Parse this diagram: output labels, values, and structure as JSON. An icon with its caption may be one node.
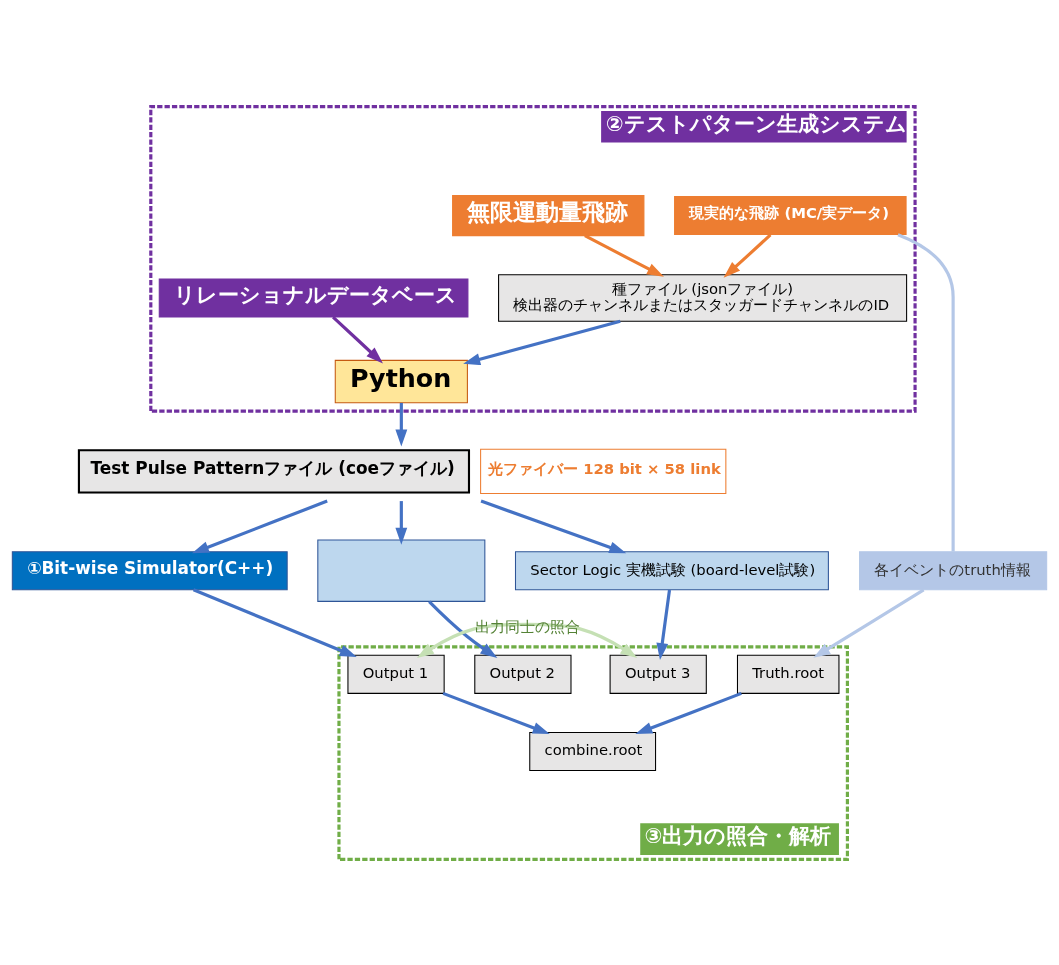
{
  "diagram": {
    "nodes": [
      {
        "text": [
          "②テストパターン生成システム"
        ]
      },
      {
        "text": [
          "現実的な飛跡 (MC/実データ)"
        ],
        "in": 0
      },
      {
        "text": [
          "無限運動量飛跡"
        ],
        "in": 0
      },
      {
        "text": [
          "種ファイル (jsonファイル)",
          "検出器のチャンネルまたはスタッガードチャンネルのID"
        ],
        "in": 0
      },
      {
        "text": [
          "Python"
        ],
        "in": 0
      },
      {
        "text": [
          "リレーショナルデータベース"
        ],
        "in": 0
      },
      {
        "text": [
          "各イベントのtruth情報"
        ]
      },
      {
        "text": [
          "Test Pulse Patternファイル (coeファイル)"
        ],
        "beside": [
          "光ファイバー 128 bit × 58 link"
        ]
      },
      {
        "text": [
          "①Bit-wise Simulator(C++)"
        ]
      },
      {
        "text": [],
        "shape": "box"
      },
      {
        "text": [
          "Sector Logic 実機試験 (board-level試験)"
        ]
      },
      {
        "text": [
          "③出力の照合・解析"
        ]
      },
      {
        "text": [
          "Truth.root"
        ],
        "in": 11
      },
      {
        "text": [
          "Output 1"
        ],
        "in": 11
      },
      {
        "text": [
          "Output 2"
        ],
        "in": 11
      },
      {
        "text": [
          "Output 3"
        ],
        "in": 11
      },
      {
        "text": [
          "combine.root"
        ],
        "in": 11
      }
    ],
    "edges": [
      {
        "from": 1,
        "to": 3,
        "arrow": "to",
        "color": "#ed7d31"
      },
      {
        "from": 2,
        "to": 3,
        "arrow": "to",
        "color": "#ed7d31"
      },
      {
        "from": 3,
        "to": 4,
        "arrow": "to"
      },
      {
        "from": 5,
        "to": 4,
        "arrow": "to",
        "color": "#7030a0"
      },
      {
        "from": 4,
        "to": 7,
        "arrow": "to"
      },
      {
        "from": 7,
        "to": 8,
        "arrow": "to"
      },
      {
        "from": 7,
        "to": 9,
        "arrow": "to"
      },
      {
        "from": 7,
        "to": 10,
        "arrow": "to"
      },
      {
        "from": 8,
        "to": 13,
        "arrow": "to"
      },
      {
        "from": 9,
        "to": 14,
        "arrow": "to"
      },
      {
        "from": 10,
        "to": 15,
        "arrow": "to"
      },
      {
        "from": 1,
        "to": 6,
        "arrow": "none",
        "color": "#b4c7e7"
      },
      {
        "from": 6,
        "to": 12,
        "arrow": "to",
        "color": "#b4c7e7"
      },
      {
        "from": 12,
        "to": 16,
        "arrow": "to"
      },
      {
        "from": 13,
        "to": 16,
        "arrow": "to"
      },
      {
        "from": 13,
        "to": 15,
        "arrow": "both",
        "label": "出力同士の照合",
        "color": "#c5e0b4"
      }
    ]
  }
}
